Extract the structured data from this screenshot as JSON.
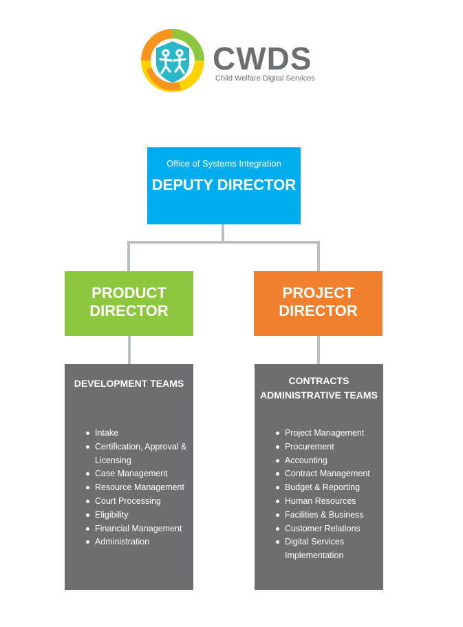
{
  "logo": {
    "wordmark": "CWDS",
    "subtitle": "Child Welfare Digital Services",
    "colors": {
      "teal": "#2bb7c7",
      "orange": "#f7941d",
      "yellow": "#ffd200",
      "green": "#8dc63f",
      "grey": "#6d6e70"
    }
  },
  "deputy": {
    "office": "Office of Systems Integration",
    "title": "DEPUTY DIRECTOR",
    "color": "#00aeef"
  },
  "product": {
    "title": "PRODUCT DIRECTOR",
    "color": "#8dc63f"
  },
  "project": {
    "title": "PROJECT DIRECTOR",
    "color": "#f07f2e"
  },
  "development": {
    "title": "DEVELOPMENT TEAMS",
    "items": [
      "Intake",
      "Certification, Approval & Licensing",
      "Case Management",
      "Resource Management",
      "Court Processing",
      "Eligibility",
      "Financial Management",
      "Administration"
    ]
  },
  "contracts": {
    "title": "CONTRACTS ADMINISTRATIVE TEAMS",
    "items": [
      "Project Management",
      "Procurement",
      "Accounting",
      "Contract Management",
      "Budget & Reporting",
      "Human Resources",
      "Facilities & Business",
      "Customer Relations",
      "Digital Services Implementation"
    ]
  },
  "team_box_color": "#6d6e70",
  "connector_color": "#bcbdbf"
}
